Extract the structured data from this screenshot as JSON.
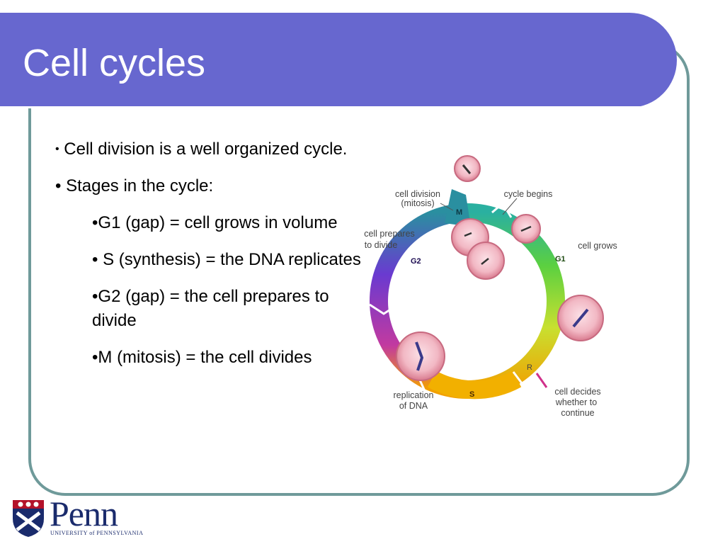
{
  "slide": {
    "title": "Cell cycles",
    "bullets": [
      "Cell division is a well organized cycle.",
      "Stages in the cycle:"
    ],
    "sub_bullets": [
      "•G1 (gap) = cell grows in volume",
      "• S (synthesis) = the DNA replicates",
      "•G2 (gap) = the cell prepares to divide",
      "•M (mitosis) = the cell divides"
    ]
  },
  "diagram": {
    "labels": {
      "cell_division_1": "cell division",
      "cell_division_2": "(mitosis)",
      "cycle_begins": "cycle begins",
      "cell_prepares_1": "cell prepares",
      "cell_prepares_2": "to divide",
      "cell_grows": "cell grows",
      "replication_1": "replication",
      "replication_2": "of DNA",
      "decides_1": "cell decides",
      "decides_2": "whether to",
      "decides_3": "continue"
    },
    "phases": {
      "m": "M",
      "g1": "G1",
      "g2": "G2",
      "s": "S",
      "r": "R"
    },
    "colors": {
      "m": "#2a8fa0",
      "g1": "#5bd040",
      "g2": "#6a3ad0",
      "s": "#f2a000",
      "r_marker": "#d0308a"
    }
  },
  "logo": {
    "word": "Penn",
    "subtitle": "UNIVERSITY of PENNSYLVANIA",
    "colors": {
      "navy": "#1a2b6c",
      "red": "#b3122a"
    }
  }
}
